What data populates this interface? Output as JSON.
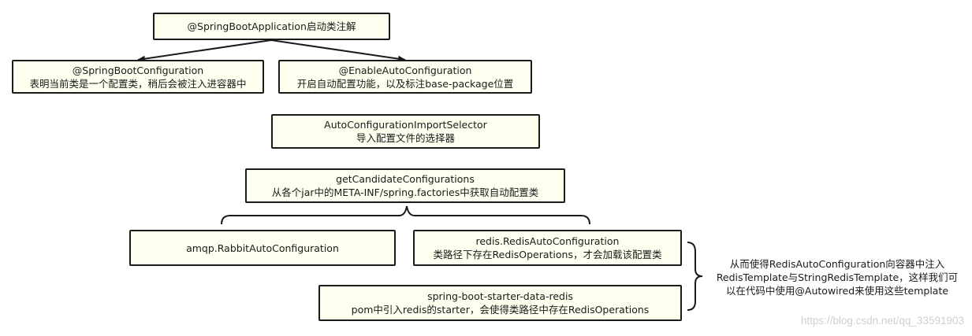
{
  "nodes": {
    "root": {
      "line1": "@SpringBootApplication启动类注解"
    },
    "sbconfig": {
      "line1": "@SpringBootConfiguration",
      "line2": "表明当前类是一个配置类，稍后会被注入进容器中"
    },
    "enableauto": {
      "line1": "@EnableAutoConfiguration",
      "line2": "开启自动配置功能，以及标注base-package位置"
    },
    "selector": {
      "line1": "AutoConfigurationImportSelector",
      "line2": "导入配置文件的选择器"
    },
    "candidates": {
      "line1": "getCandidateConfigurations",
      "line2": "从各个jar中的META-INF/spring.factories中获取自动配置类"
    },
    "amqp": {
      "line1": "amqp.RabbitAutoConfiguration"
    },
    "redis": {
      "line1": "redis.RedisAutoConfiguration",
      "line2": "类路径下存在RedisOperations，才会加载该配置类"
    },
    "starter": {
      "line1": "spring-boot-starter-data-redis",
      "line2": "pom中引入redis的starter，会使得类路径中存在RedisOperations"
    }
  },
  "note": {
    "line1": "从而使得RedisAutoConfiguration向容器中注入",
    "line2": "RedisTemplate与StringRedisTemplate，这样我们可",
    "line3": "以在代码中使用@Autowired来使用这些template"
  },
  "watermark": "https://blog.csdn.net/qq_33591903"
}
